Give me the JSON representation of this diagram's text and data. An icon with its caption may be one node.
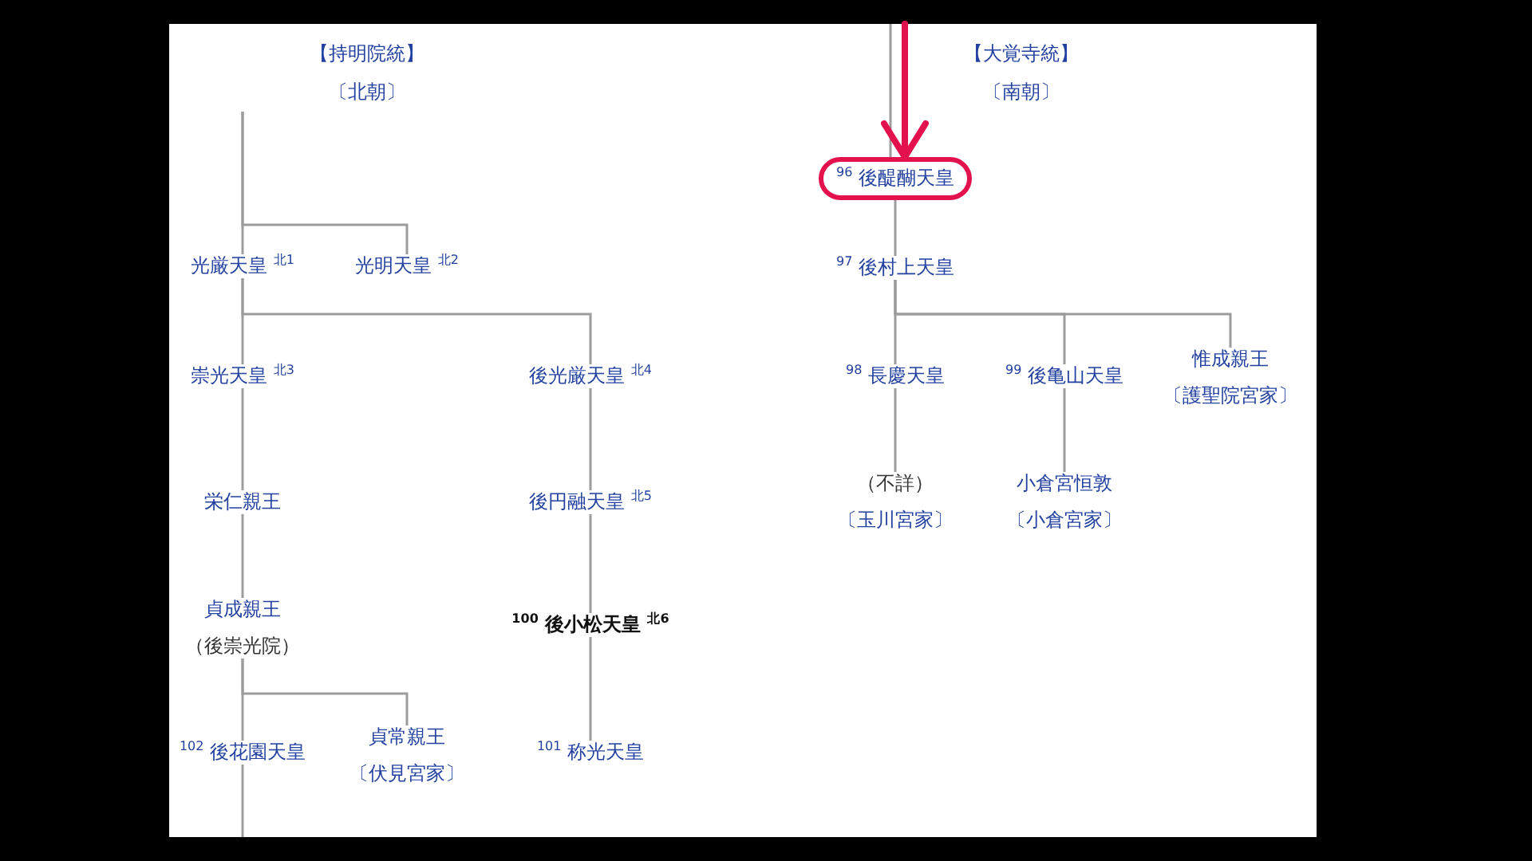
{
  "diagram": {
    "nodes": [
      {
        "text": [
          "光厳天皇 $^{北1}$"
        ]
      },
      {
        "text": [
          "光明天皇 $^{北2}$"
        ]
      },
      {
        "text": [
          "崇光天皇 $^{北3}$"
        ]
      },
      {
        "text": [
          "後光厳天皇 $^{北4}$"
        ]
      },
      {
        "text": [
          "栄仁親王"
        ]
      },
      {
        "text": [
          "後円融天皇 $^{北5}$"
        ]
      },
      {
        "text": [
          "貞成親王",
          "（後崇光院）"
        ]
      },
      {
        "text": [
          "$^{100}$ 後小松天皇 $^{北6}$"
        ]
      },
      {
        "text": [
          "$^{102}$ 後花園天皇"
        ]
      },
      {
        "text": [
          "貞常親王",
          "〔伏見宮家〕"
        ]
      },
      {
        "text": [
          "$^{101}$ 称光天皇"
        ]
      },
      {
        "text": [
          "$^{96}$ 後醍醐天皇"
        ]
      },
      {
        "text": [
          "$^{97}$ 後村上天皇"
        ]
      },
      {
        "text": [
          "$^{98}$ 長慶天皇"
        ]
      },
      {
        "text": [
          "$^{99}$ 後亀山天皇"
        ]
      },
      {
        "text": [
          "惟成親王",
          "〔護聖院宮家〕"
        ]
      },
      {
        "text": [
          "（不詳）",
          "〔玉川宮家〕"
        ]
      },
      {
        "text": [
          "小倉宮恒敦",
          "〔小倉宮家〕"
        ]
      }
    ],
    "edges": [
      {
        "from": null,
        "to": 0,
        "arrow": "none"
      },
      {
        "from": null,
        "to": 1,
        "arrow": "none"
      },
      {
        "from": 0,
        "to": 2,
        "arrow": "none"
      },
      {
        "from": 0,
        "to": 3,
        "arrow": "none"
      },
      {
        "from": 2,
        "to": 4,
        "arrow": "none"
      },
      {
        "from": 3,
        "to": 5,
        "arrow": "none"
      },
      {
        "from": 4,
        "to": 6,
        "arrow": "none"
      },
      {
        "from": 5,
        "to": 7,
        "arrow": "none"
      },
      {
        "from": 6,
        "to": 8,
        "arrow": "none"
      },
      {
        "from": 6,
        "to": 9,
        "arrow": "none"
      },
      {
        "from": 7,
        "to": 10,
        "arrow": "none"
      },
      {
        "from": 8,
        "to": null,
        "arrow": "none"
      },
      {
        "from": null,
        "to": 11,
        "arrow": "none"
      },
      {
        "from": 11,
        "to": 12,
        "arrow": "none"
      },
      {
        "from": 12,
        "to": 13,
        "arrow": "none"
      },
      {
        "from": 12,
        "to": 14,
        "arrow": "none"
      },
      {
        "from": 12,
        "to": 15,
        "arrow": "none"
      },
      {
        "from": 13,
        "to": 16,
        "arrow": "none"
      },
      {
        "from": 14,
        "to": 17,
        "arrow": "none"
      },
      {
        "from": null,
        "to": 11,
        "arrow": "to",
        "style": "thick",
        "color": "#e3114e"
      }
    ],
    "labels": [
      "【持明院統】",
      "〔北朝〕",
      "【大覚寺統】",
      "〔南朝〕"
    ]
  }
}
